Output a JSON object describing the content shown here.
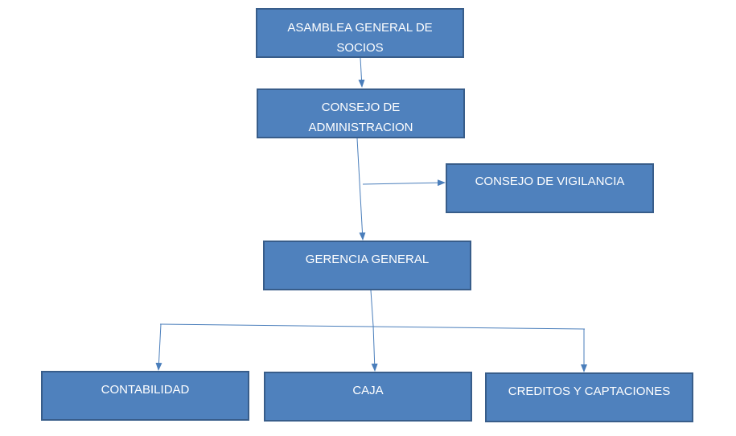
{
  "diagram": {
    "nodes": {
      "asamblea": "ASAMBLEA GENERAL DE SOCIOS",
      "consejo_admin": "CONSEJO DE ADMINISTRACION",
      "consejo_vigilancia": "CONSEJO DE VIGILANCIA",
      "gerencia": "GERENCIA GENERAL",
      "contabilidad": "CONTABILIDAD",
      "caja": "CAJA",
      "creditos": "CREDITOS Y CAPTACIONES"
    },
    "edges": [
      {
        "from": "asamblea",
        "to": "consejo_admin"
      },
      {
        "from": "consejo_admin",
        "to": "consejo_vigilancia"
      },
      {
        "from": "consejo_admin",
        "to": "gerencia"
      },
      {
        "from": "gerencia",
        "to": "contabilidad"
      },
      {
        "from": "gerencia",
        "to": "caja"
      },
      {
        "from": "gerencia",
        "to": "creditos"
      }
    ]
  },
  "colors": {
    "box_fill": "#4f81bd",
    "box_border": "#385d8a",
    "text": "#ffffff",
    "connector": "#4a7ebb"
  }
}
